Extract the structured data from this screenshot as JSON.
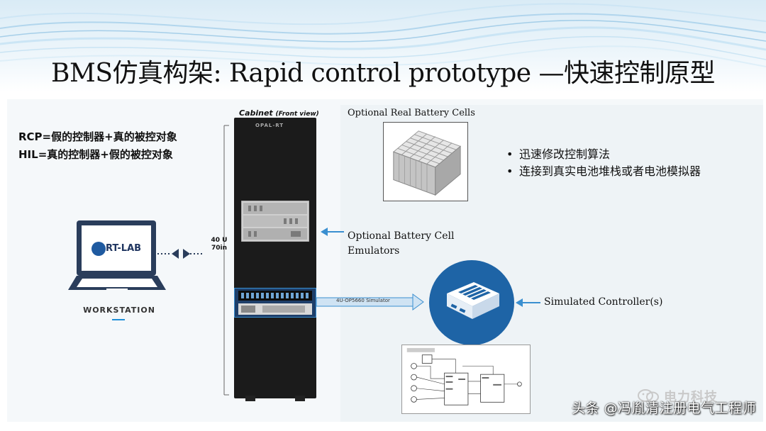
{
  "title": "BMS仿真构架: Rapid control prototype —快速控制原型",
  "definitions": [
    "RCP=假的控制器+真的被控对象",
    "HIL=真的控制器+假的被控对象"
  ],
  "workstation": {
    "logo_text": "RT-LAB",
    "label": "WORKSTATION"
  },
  "cabinet": {
    "label": "Cabinet",
    "label_sub": "(Front view)",
    "logo_text": "OPAL-RT",
    "height_u": "40 U",
    "height_in": "70in",
    "simulator_label": "4U-OP5660 Simulator"
  },
  "cells": {
    "label": "Optional Real Battery Cells"
  },
  "bullets": [
    "迅速修改控制算法",
    "连接到真实电池堆栈或者电池模拟器"
  ],
  "bullet_glyph": "•",
  "emulators": {
    "line1": "Optional Battery Cell",
    "line2": "Emulators"
  },
  "controller": {
    "label": "Simulated Controller(s)"
  },
  "watermarks": {
    "brand": "电力科技",
    "author": "头条 @冯胤清注册电气工程师"
  },
  "colors": {
    "accent_blue": "#1e64a6",
    "arrow_blue": "#3a8fd0",
    "cabinet": "#1b1b1b"
  }
}
